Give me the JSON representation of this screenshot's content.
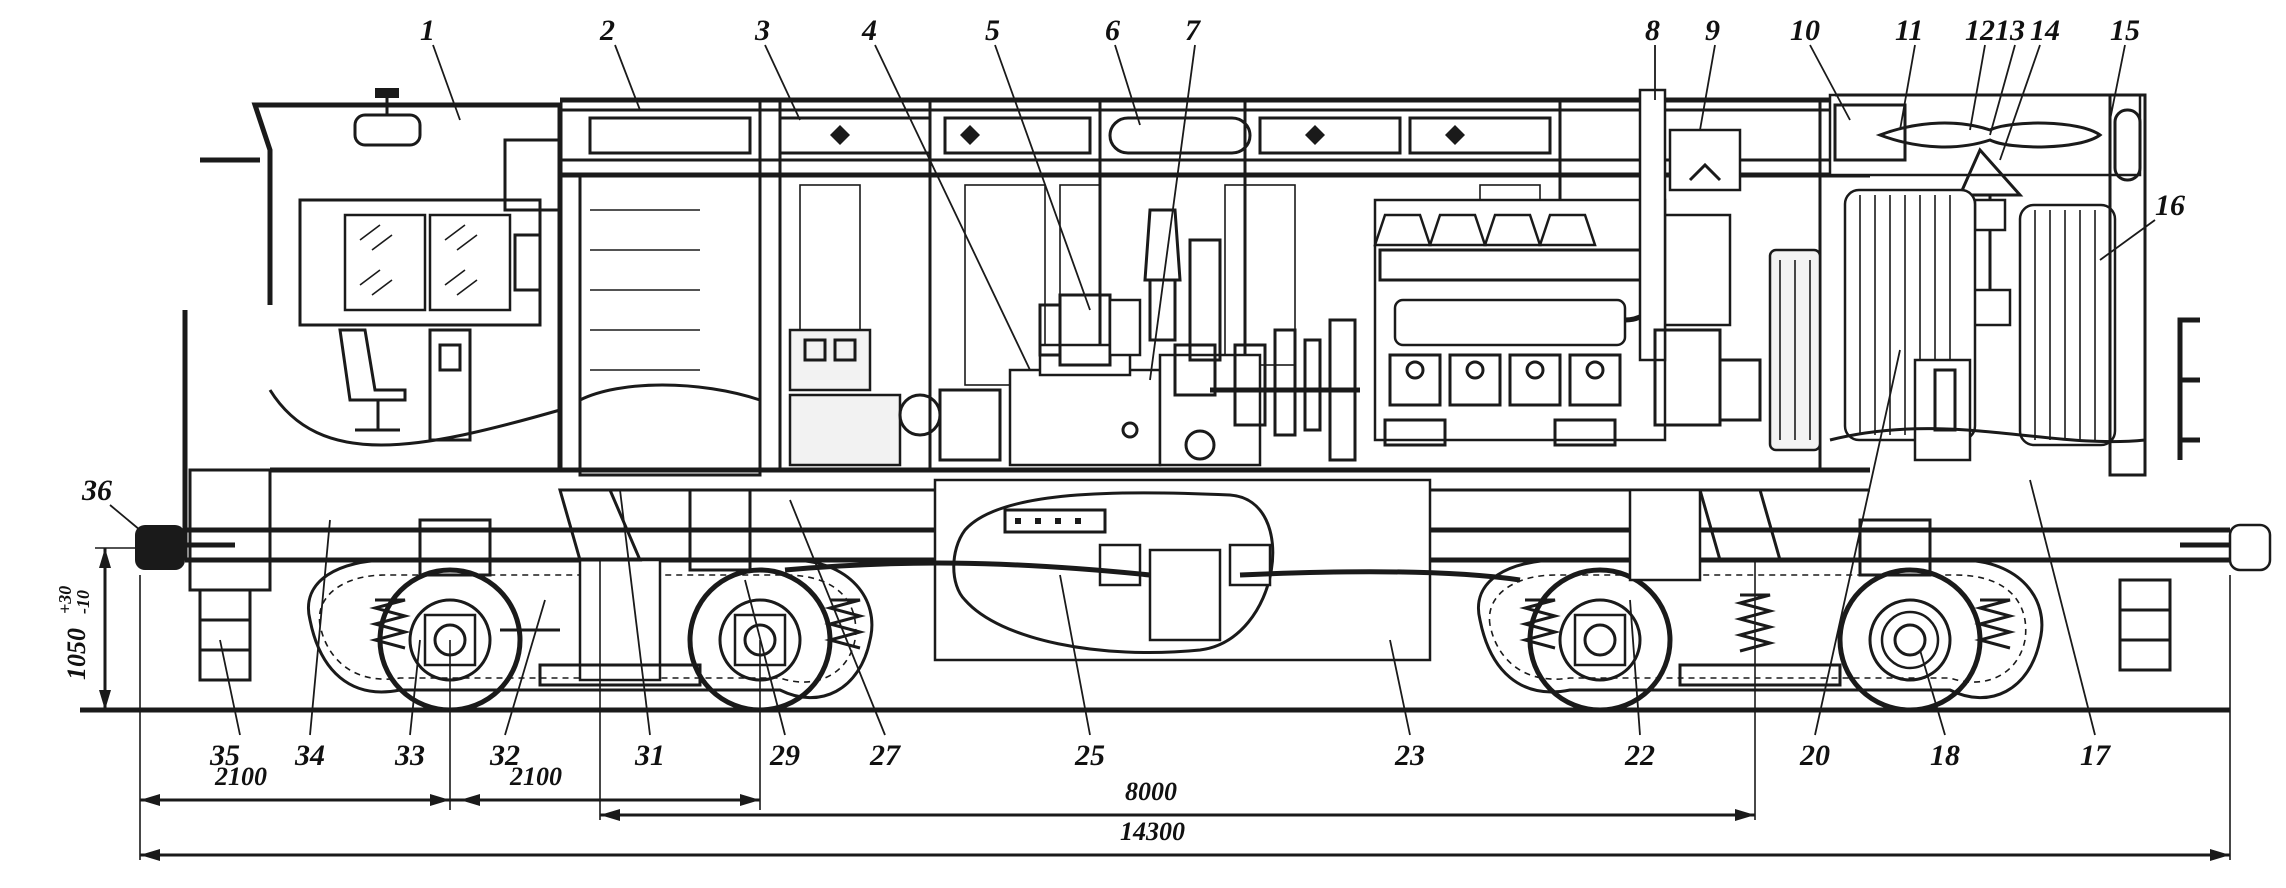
{
  "callouts": {
    "c1": "1",
    "c2": "2",
    "c3": "3",
    "c4": "4",
    "c5": "5",
    "c6": "6",
    "c7": "7",
    "c8": "8",
    "c9": "9",
    "c10": "10",
    "c11": "11",
    "c12": "12",
    "c13": "13",
    "c14": "14",
    "c15": "15",
    "c16": "16",
    "c17": "17",
    "c18": "18",
    "c20": "20",
    "c22": "22",
    "c23": "23",
    "c25": "25",
    "c27": "27",
    "c29": "29",
    "c31": "31",
    "c32": "32",
    "c33": "33",
    "c34": "34",
    "c35": "35",
    "c36": "36"
  },
  "dimensions": {
    "bogie_left": "2100",
    "bogie_right": "2100",
    "bogie_centres": "8000",
    "overall_length": "14300",
    "coupler_height": "1050",
    "coupler_tol_plus": "+30",
    "coupler_tol_minus": "-10"
  }
}
